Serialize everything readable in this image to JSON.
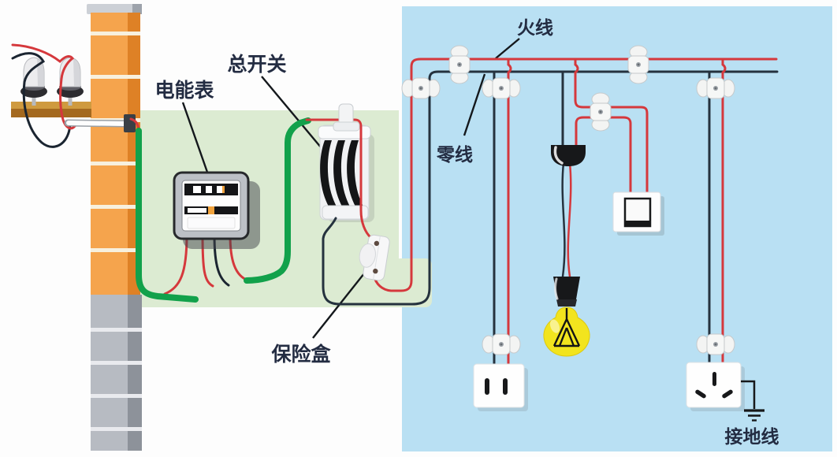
{
  "diagram": {
    "title": "household electrical wiring illustration",
    "labels": {
      "energy_meter": "电能表",
      "main_switch": "总开关",
      "fuse_box": "保险盒",
      "live_wire": "火线",
      "neutral_wire": "零线",
      "ground_wire": "接地线"
    },
    "colors": {
      "indoor_blue": "#b9e0f3",
      "panel_green": "#dcebd2",
      "live_red": "#d5383c",
      "neutral_dark": "#25323e",
      "service_green": "#12a14b",
      "pole_orange": "#f5a44d",
      "pole_gray": "#b7bbc2",
      "bulb_yellow": "#f2e41e",
      "label_ink": "#232c42"
    },
    "components": [
      "utility-pole",
      "crossarm-bracket",
      "ceramic-insulators",
      "service-drop-wires",
      "entrance-conduit",
      "service-cable",
      "electric-energy-meter",
      "main-knife-switch",
      "fuse-box",
      "live-wire",
      "neutral-wire",
      "porcelain-wire-clips",
      "ceiling-rose",
      "pendant-lamp",
      "wall-switch",
      "two-hole-socket",
      "three-hole-socket",
      "earth-connection"
    ]
  }
}
